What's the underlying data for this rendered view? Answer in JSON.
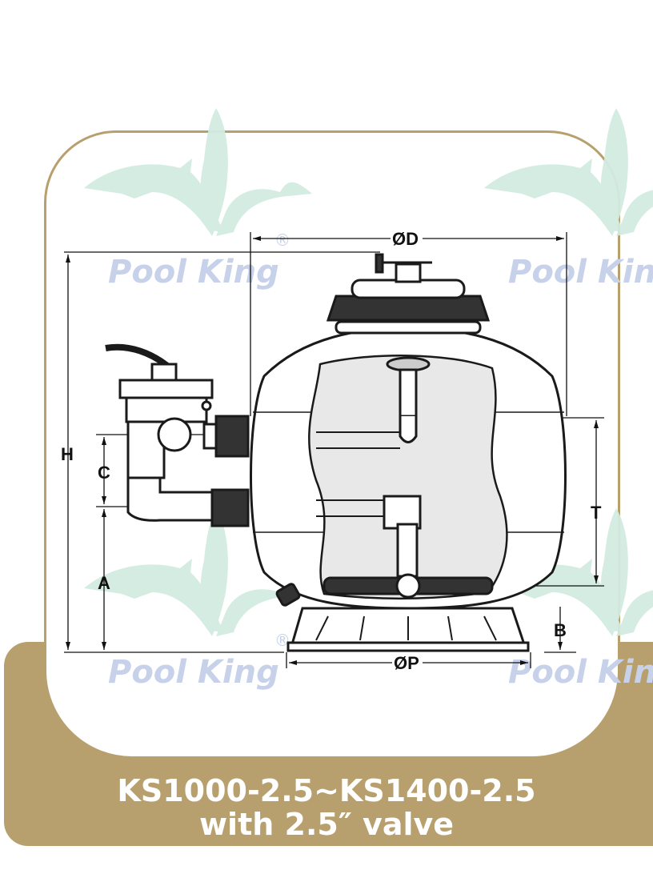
{
  "watermark": {
    "brand": "Pool King",
    "registered": "®"
  },
  "dimensions": {
    "diameter_top": "ØD",
    "height": "H",
    "c": "C",
    "a": "A",
    "t": "T",
    "b": "B",
    "diameter_base": "ØP"
  },
  "caption": {
    "model_range": "KS1000-2.5~KS1400-2.5",
    "valve": "with 2.5″ valve"
  },
  "colors": {
    "band": "#b7a06e",
    "watermark_text": "#c7d2ea",
    "dolphin": "#d3ebe2"
  }
}
